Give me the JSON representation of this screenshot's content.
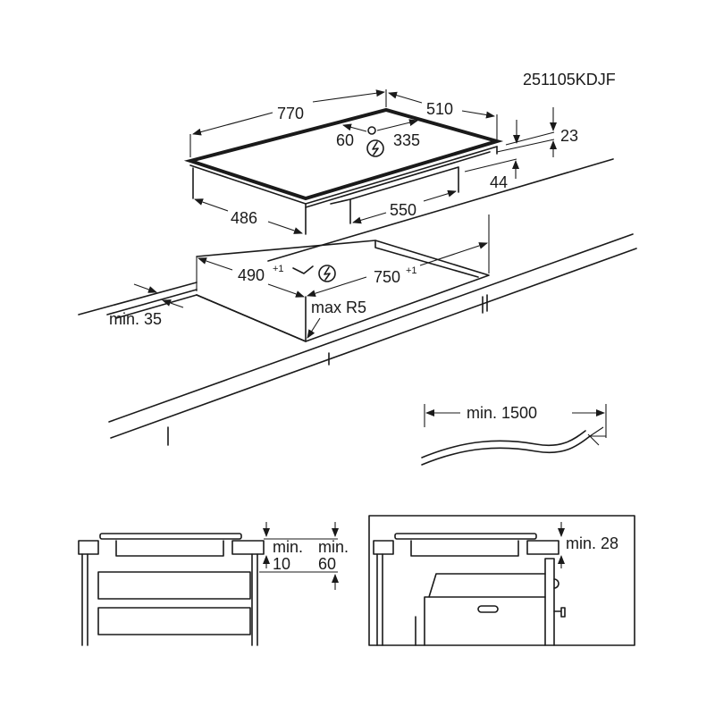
{
  "model_code": "251105KDJF",
  "hob": {
    "width": "770",
    "depth": "510",
    "conn_left": "60",
    "conn_right": "335",
    "body_depth": "486",
    "body_width": "550",
    "thickness": "23",
    "height": "44"
  },
  "cutout": {
    "depth": "490",
    "depth_tol": "+1",
    "width": "750",
    "width_tol": "+1",
    "radius": "max R5",
    "min_edge": "min. 35"
  },
  "cable": {
    "length": "min. 1500"
  },
  "drawers_view": {
    "min_label_1": "min.",
    "min_value_1": "10",
    "min_label_2": "min.",
    "min_value_2": "60"
  },
  "oven_view": {
    "min_label": "min. 28"
  }
}
